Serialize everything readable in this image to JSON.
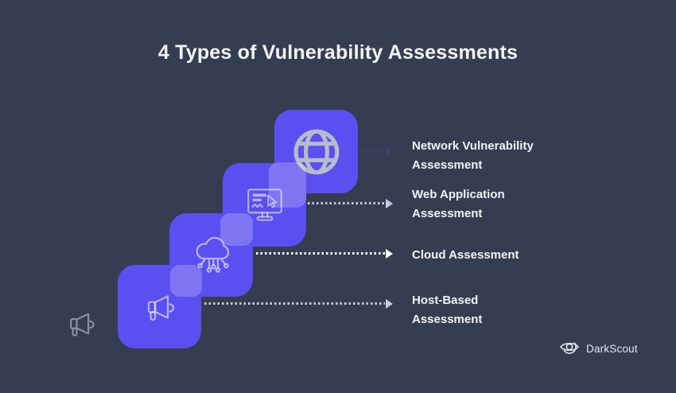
{
  "title": "4 Types of Vulnerability Assessments",
  "colors": {
    "background": "#353e50",
    "tile_purple": "#5a4ff0",
    "overlap_highlight": "rgba(255,255,255,0.22)",
    "title_text": "#f3f5f8",
    "label_text": "#f0f3f7",
    "connector_dark": "#3a4370",
    "connector_light": "#c6ccd7",
    "connector_white": "#ffffff"
  },
  "steps": [
    {
      "icon": "globe-icon",
      "line1": "Network Vulnerability",
      "line2": "Assessment",
      "connector_color": "#3a4370"
    },
    {
      "icon": "monitor-cursor-icon",
      "line1": "Web Application",
      "line2": "Assessment",
      "connector_color": "#c6ccd7"
    },
    {
      "icon": "cloud-network-icon",
      "line1": "Cloud Assessment",
      "line2": "",
      "connector_color": "#ffffff"
    },
    {
      "icon": "megaphone-icon",
      "line1": "Host-Based",
      "line2": "Assessment",
      "connector_color": "#c6ccd7"
    }
  ],
  "decoration": {
    "left_icon": "megaphone-icon"
  },
  "brand": {
    "label": "DarkScout",
    "icon": "eye-orbit-icon"
  }
}
